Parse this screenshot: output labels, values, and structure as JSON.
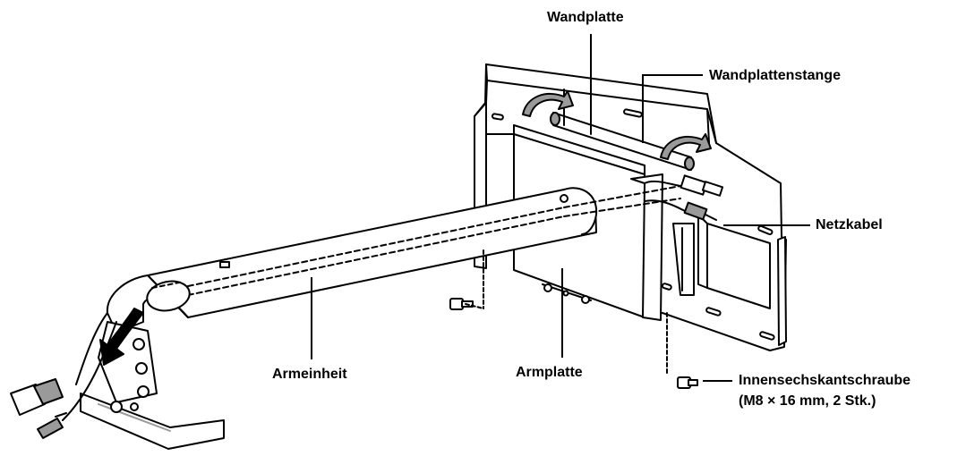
{
  "labels": {
    "wandplatte": "Wandplatte",
    "wandplattenstange": "Wandplattenstange",
    "netzkabel": "Netzkabel",
    "armeinheit": "Armeinheit",
    "armplatte": "Armplatte",
    "innensechskantschraube": "Innensechskantschraube",
    "schraube_detail": "(M8 × 16 mm, 2 Stk.)"
  },
  "colors": {
    "line": "#000000",
    "fill": "#ffffff",
    "shade": "#9a9a9a"
  }
}
